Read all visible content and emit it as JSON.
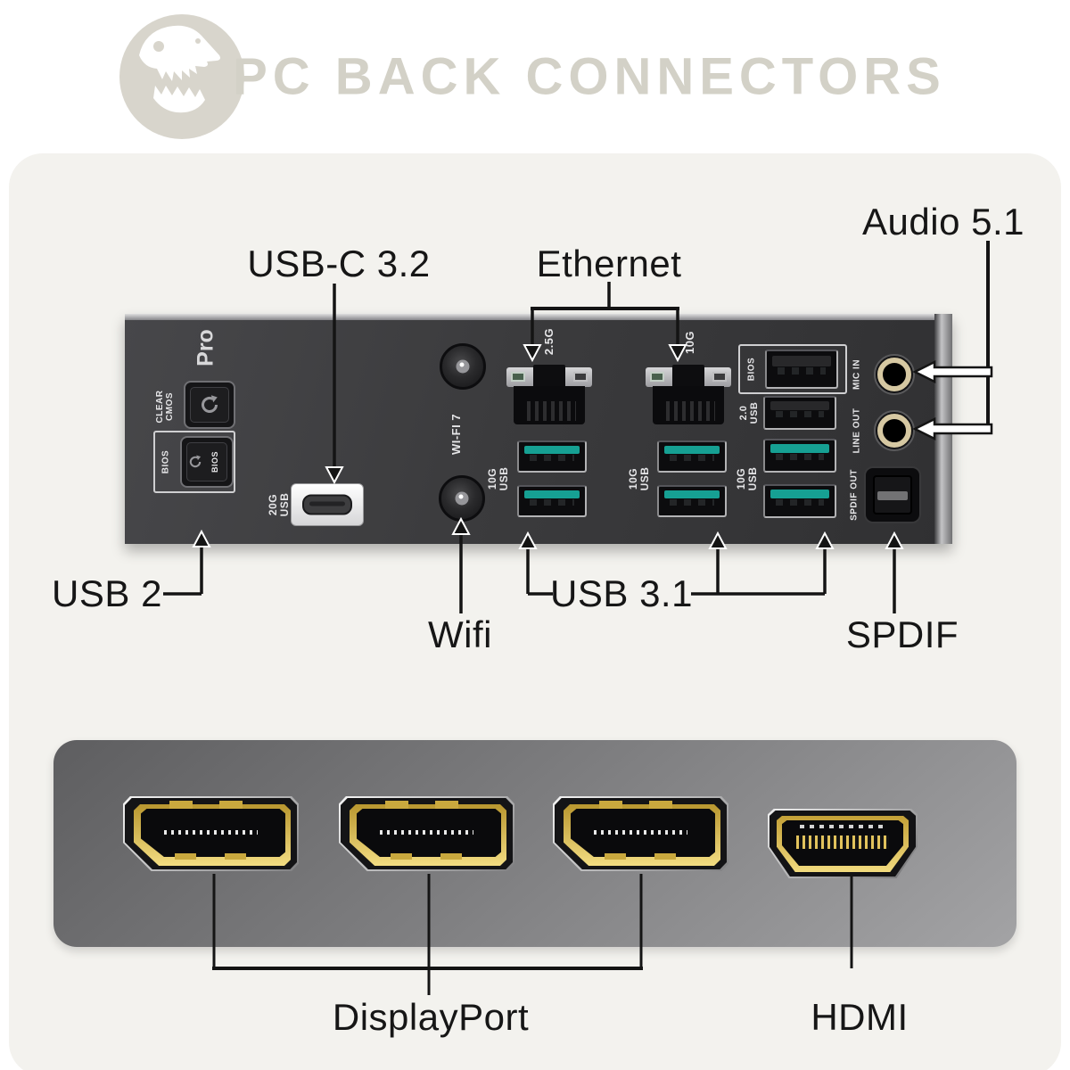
{
  "header": {
    "title": "PC BACK CONNECTORS"
  },
  "annotations": {
    "audio": "Audio 5.1",
    "usb_c": "USB-C 3.2",
    "ethernet": "Ethernet",
    "usb2": "USB 2",
    "wifi": "Wifi",
    "usb31": "USB 3.1",
    "spdif": "SPDIF",
    "displayport": "DisplayPort",
    "hdmi": "HDMI"
  },
  "io_panel": {
    "branding": "Pro",
    "clear_cmos_label": "CLEAR\nCMOS",
    "bios_group_label": "BIOS",
    "bios_button_label": "BIOS",
    "usbc_label": "20G\nUSB",
    "wifi_label": "WI-FI 7",
    "eth_25g_label": "2.5G",
    "eth_10g_label": "10G",
    "usb10g_label_1": "10G\nUSB",
    "usb10g_label_2": "10G\nUSB",
    "usb10g_label_3": "10G\nUSB",
    "bios_port_label": "BIOS",
    "usb20_label": "2.0\nUSB",
    "mic_in_label": "MIC IN",
    "line_out_label": "LINE OUT",
    "spdif_out_label": "SPDIF OUT"
  },
  "colors": {
    "teal_usb": "#16a093",
    "gold": "#d9b945",
    "title_gray": "#d3d1c7",
    "shield_gray": "#3a3a3c",
    "led_green": "#48604d"
  }
}
